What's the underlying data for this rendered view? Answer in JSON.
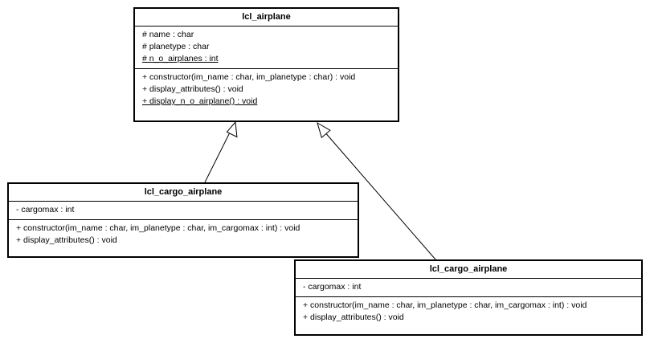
{
  "classes": {
    "airplane": {
      "name": "lcl_airplane",
      "attributes": [
        "# name : char",
        "# planetype : char",
        "# n_o_airplanes : int"
      ],
      "methods": [
        "+ constructor(im_name : char, im_planetype : char) : void",
        "+ display_attributes() : void",
        "+ display_n_o_airplane() : void"
      ]
    },
    "cargo_left": {
      "name": "lcl_cargo_airplane",
      "attributes": [
        "- cargomax : int"
      ],
      "methods": [
        "+ constructor(im_name : char, im_planetype : char, im_cargomax : int) : void",
        "+ display_attributes() : void"
      ]
    },
    "cargo_right": {
      "name": "lcl_cargo_airplane",
      "attributes": [
        "- cargomax : int"
      ],
      "methods": [
        "+ constructor(im_name : char, im_planetype : char, im_cargomax : int) : void",
        "+ display_attributes() : void"
      ]
    }
  }
}
